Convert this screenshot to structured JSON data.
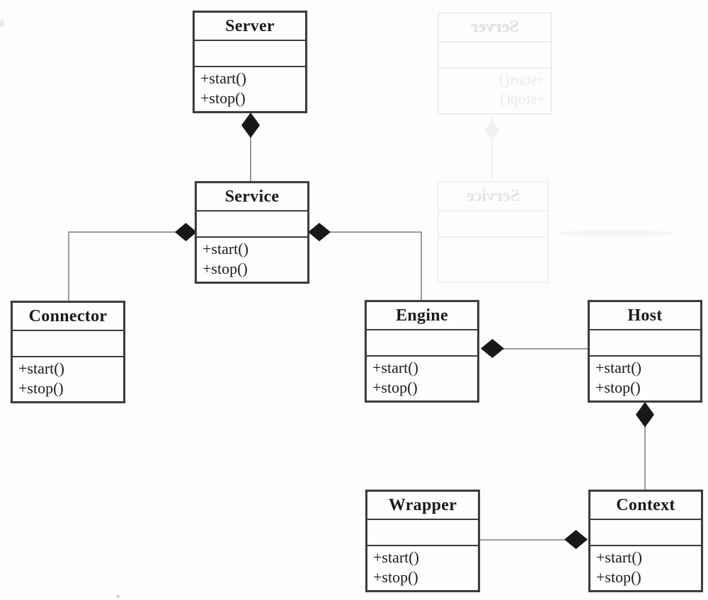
{
  "diagram": {
    "kind": "uml-class-diagram",
    "classes": [
      {
        "name": "Server",
        "attributes": "",
        "operations": [
          "+start()",
          "+stop()"
        ]
      },
      {
        "name": "Service",
        "attributes": "",
        "operations": [
          "+start()",
          "+stop()"
        ]
      },
      {
        "name": "Connector",
        "attributes": "",
        "operations": [
          "+start()",
          "+stop()"
        ]
      },
      {
        "name": "Engine",
        "attributes": "",
        "operations": [
          "+start()",
          "+stop()"
        ]
      },
      {
        "name": "Host",
        "attributes": "",
        "operations": [
          "+start()",
          "+stop()"
        ]
      },
      {
        "name": "Wrapper",
        "attributes": "",
        "operations": [
          "+start()",
          "+stop()"
        ]
      },
      {
        "name": "Context",
        "attributes": "",
        "operations": [
          "+start()",
          "+stop()"
        ]
      }
    ],
    "relationships": [
      {
        "type": "composition",
        "whole": "Server",
        "part": "Service"
      },
      {
        "type": "composition",
        "whole": "Service",
        "part": "Connector"
      },
      {
        "type": "composition",
        "whole": "Service",
        "part": "Engine"
      },
      {
        "type": "composition",
        "whole": "Engine",
        "part": "Host"
      },
      {
        "type": "composition",
        "whole": "Host",
        "part": "Context"
      },
      {
        "type": "composition",
        "whole": "Context",
        "part": "Wrapper"
      }
    ],
    "bleed_through": {
      "server_ghost": {
        "name": "Server",
        "op1": "+start()",
        "op2": "+stop()"
      },
      "service_ghost": {
        "name": "Service"
      }
    },
    "colors": {
      "box_border": "#3d3d3d",
      "connector_line": "#9c9c9c",
      "composition_diamond": "#181818",
      "text": "#1a1a1a",
      "ghost": "#ededed",
      "background": "#fdfdfd"
    }
  }
}
